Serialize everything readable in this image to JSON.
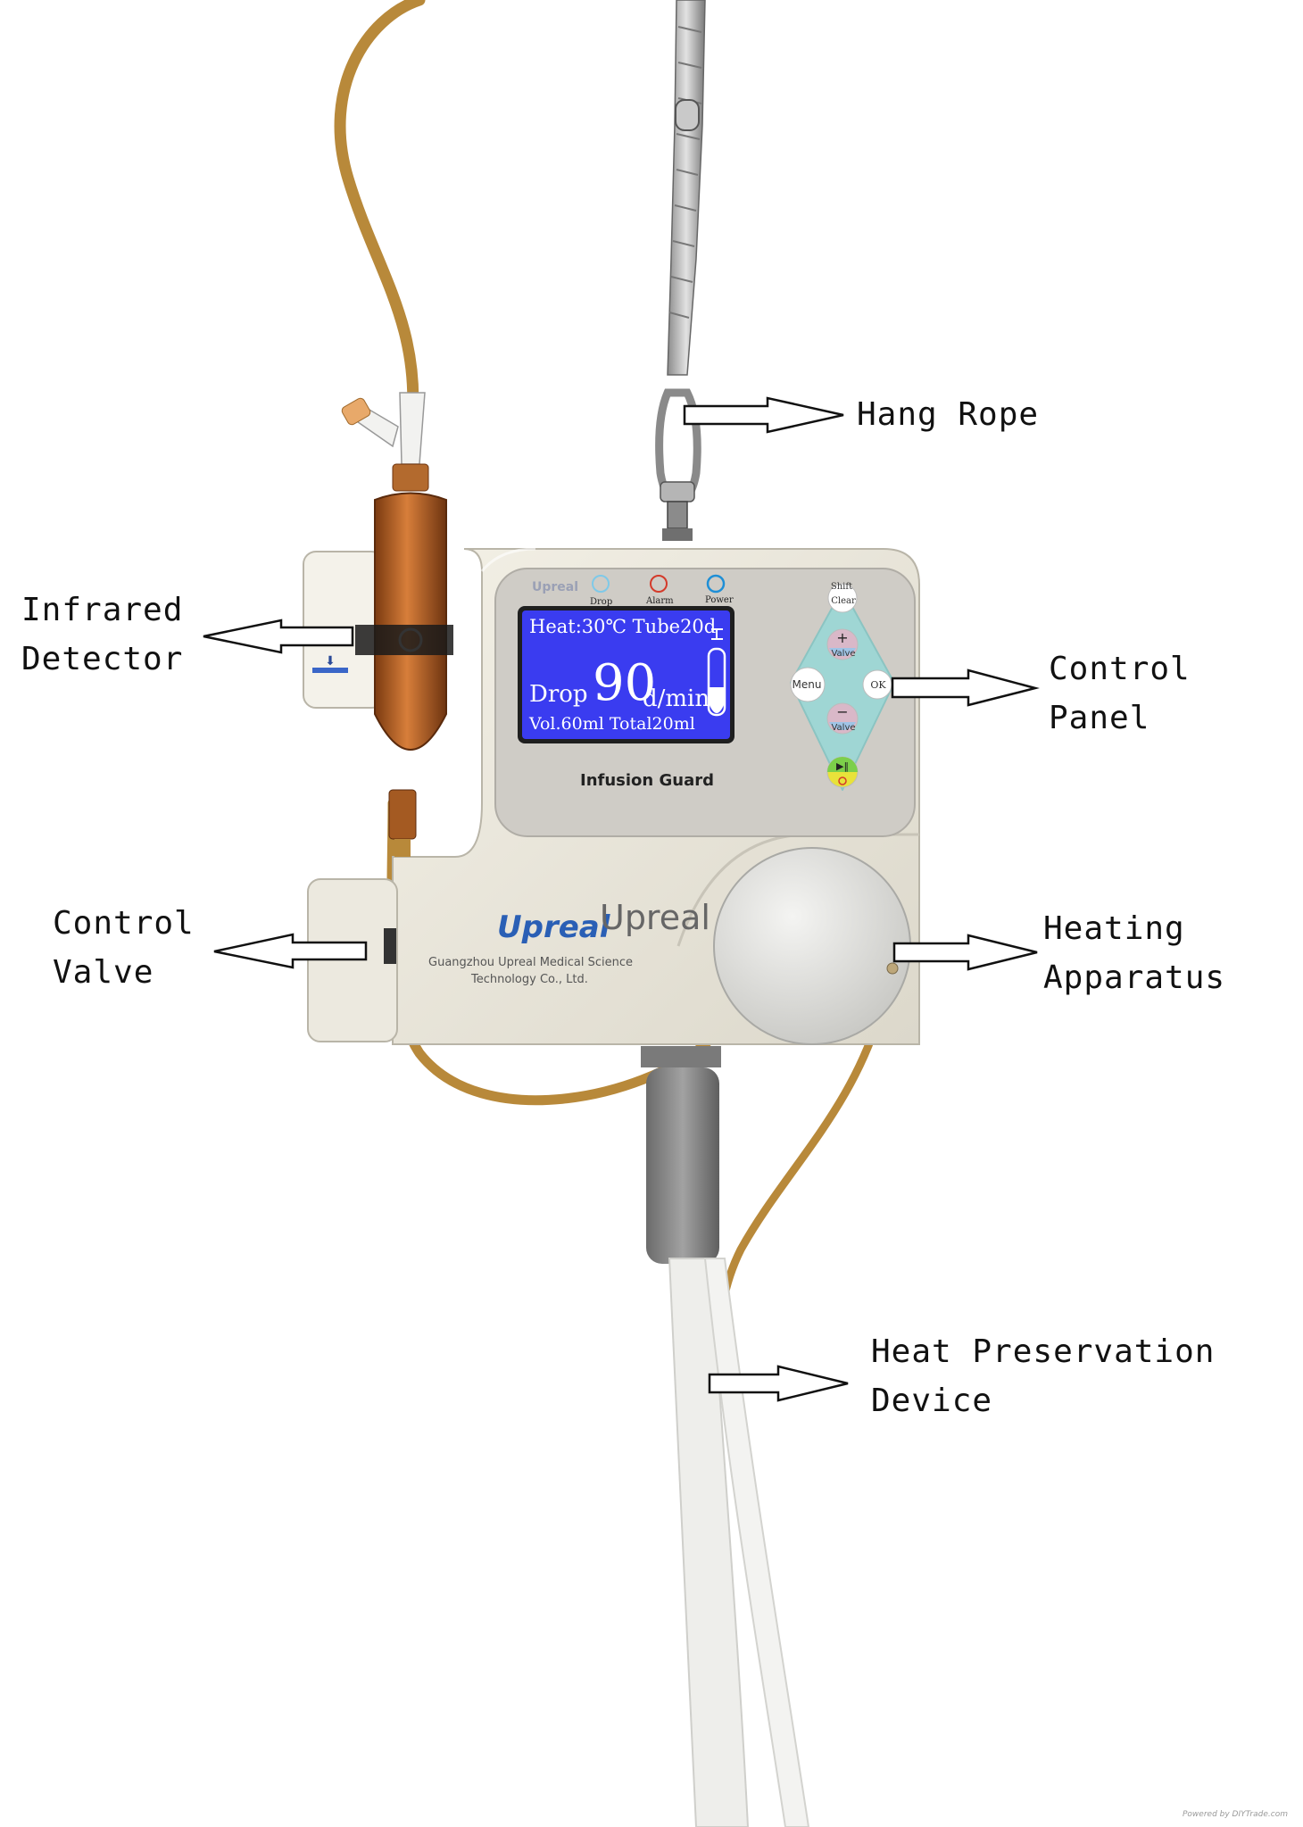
{
  "callouts": {
    "hang_rope": "Hang Rope",
    "infrared_detector": [
      "Infrared",
      "Detector"
    ],
    "control_panel": [
      "Control",
      "Panel"
    ],
    "control_valve": [
      "Control",
      "Valve"
    ],
    "heating_apparatus": [
      "Heating",
      "Apparatus"
    ],
    "heat_preservation_device": [
      "Heat Preservation",
      "Device"
    ]
  },
  "lcd": {
    "line1": "Heat:30℃ Tube20d",
    "drop_label": "Drop",
    "rate": "90",
    "rate_unit": "d/min",
    "line3": "Vol.60ml  Total20ml"
  },
  "indicators": {
    "drop": "Drop",
    "alarm": "Alarm",
    "power": "Power"
  },
  "keypad": {
    "shift": "Shift",
    "clear": "Clear",
    "menu": "Menu",
    "ok": "OK",
    "valve_up": "Valve",
    "valve_down": "Valve"
  },
  "device": {
    "panel_brand": "Upreal",
    "name": "Infusion Guard",
    "brand_logo": "Upreal",
    "brand_text": "Upreal",
    "company_line1": "Guangzhou Upreal Medical Science",
    "company_line2": "Technology Co., Ltd."
  },
  "footer": "Powered by DIYTrade.com",
  "colors": {
    "lcd_blue": "#3a3cf0",
    "body": "#ece8dc",
    "panel": "#cfccc6",
    "keypad": "#9fd6d4",
    "tube": "#b8893a",
    "brand_blue": "#2a5fb5"
  }
}
